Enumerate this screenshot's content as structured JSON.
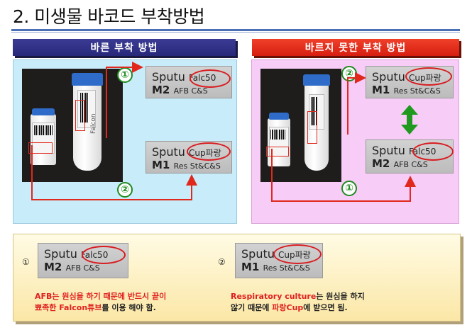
{
  "title": "2. 미생물 바코드 부착방법",
  "correct": {
    "header": "바른 부착 방법",
    "step1": "①",
    "step2": "②",
    "card_top": {
      "sample": "Sputu",
      "tag": "Falc50",
      "code": "M2",
      "test": "AFB C&S"
    },
    "card_bottom": {
      "sample": "Sputu",
      "tag": "Cup파랑",
      "code": "M1",
      "test": "Res St&C&S"
    },
    "tube_brand": "Falcon"
  },
  "incorrect": {
    "header": "바르지 못한 부착 방법",
    "step1": "①",
    "step2": "②",
    "card_top": {
      "sample": "Sputu",
      "tag": "Cup파랑",
      "code": "M1",
      "test": "Res St&C&S"
    },
    "card_bottom": {
      "sample": "Sputu",
      "tag": "Falc50",
      "code": "M2",
      "test": "AFB C&S"
    }
  },
  "notes": {
    "n1": {
      "number": "①",
      "card": {
        "sample": "Sputu",
        "tag": "Falc50",
        "code": "M2",
        "test": "AFB C&S"
      },
      "l1_a": "AFB는 원심을 하기 때문에 ",
      "l1_b": "반드시 끝이",
      "l2_a": "뾰족한 Falcon튜브",
      "l2_b": "를 이용 해야 함."
    },
    "n2": {
      "number": "②",
      "card": {
        "sample": "Sputu",
        "tag": "Cup파랑",
        "code": "M1",
        "test": "Res St&C&S"
      },
      "l1_a": "Respiratory culture",
      "l1_b": "는 원심을 하지",
      "l2_a": "않기 때문에 ",
      "l2_b": "파랑Cup",
      "l2_c": "에 받으면 됨."
    }
  },
  "colors": {
    "accent_blue": "#3b3b95",
    "accent_red": "#e0281c",
    "arrow_green": "#1f9a1f"
  }
}
